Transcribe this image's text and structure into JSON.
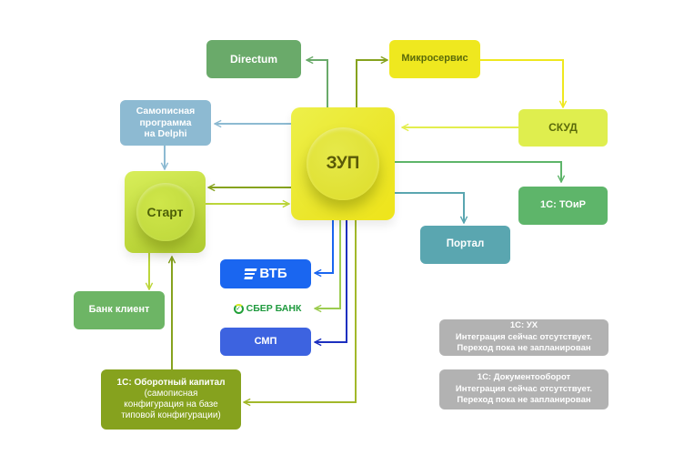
{
  "nodes": {
    "directum": {
      "label": "Directum"
    },
    "microservice": {
      "label": "Микросервис"
    },
    "delphi": {
      "label_lines": [
        "Самописная",
        "программа",
        "на Delphi"
      ]
    },
    "zup": {
      "label": "ЗУП"
    },
    "skud": {
      "label": "СКУД"
    },
    "start": {
      "label": "Старт"
    },
    "toir": {
      "label": "1С: ТОиР"
    },
    "portal": {
      "label": "Портал"
    },
    "vtb": {
      "label": "ВТБ",
      "icon": "vtb-logo-icon"
    },
    "sber": {
      "label": "СБЕР БАНК",
      "icon": "sber-logo-icon"
    },
    "smp": {
      "label": "СМП"
    },
    "bank_client": {
      "label": "Банк клиент"
    },
    "oborot": {
      "title": "1С: Оборотный капитал",
      "sub_lines": [
        "(самописная",
        "конфигурация на базе",
        "типовой конфигурации)"
      ]
    },
    "ux": {
      "lines": [
        "1С: УХ",
        "Интеграция сейчас отсутствует.",
        "Переход пока не запланирован"
      ]
    },
    "docflow": {
      "lines": [
        "1С: Документооборот",
        "Интеграция сейчас отсутствует.",
        "Переход пока не запланирован"
      ]
    }
  },
  "colors": {
    "directum": "#6aaa6a",
    "microservice": "#efe81f",
    "delphi": "#8dbad2",
    "zup": "#ebe92a",
    "skud": "#dfee4e",
    "start": "#c6de3a",
    "toir": "#5eb56a",
    "portal": "#5aa6b0",
    "vtb": "#1a66f0",
    "smp": "#3d63e0",
    "bank_client": "#6db565",
    "oborot": "#86a21e",
    "gray": "#b2b2b2"
  }
}
